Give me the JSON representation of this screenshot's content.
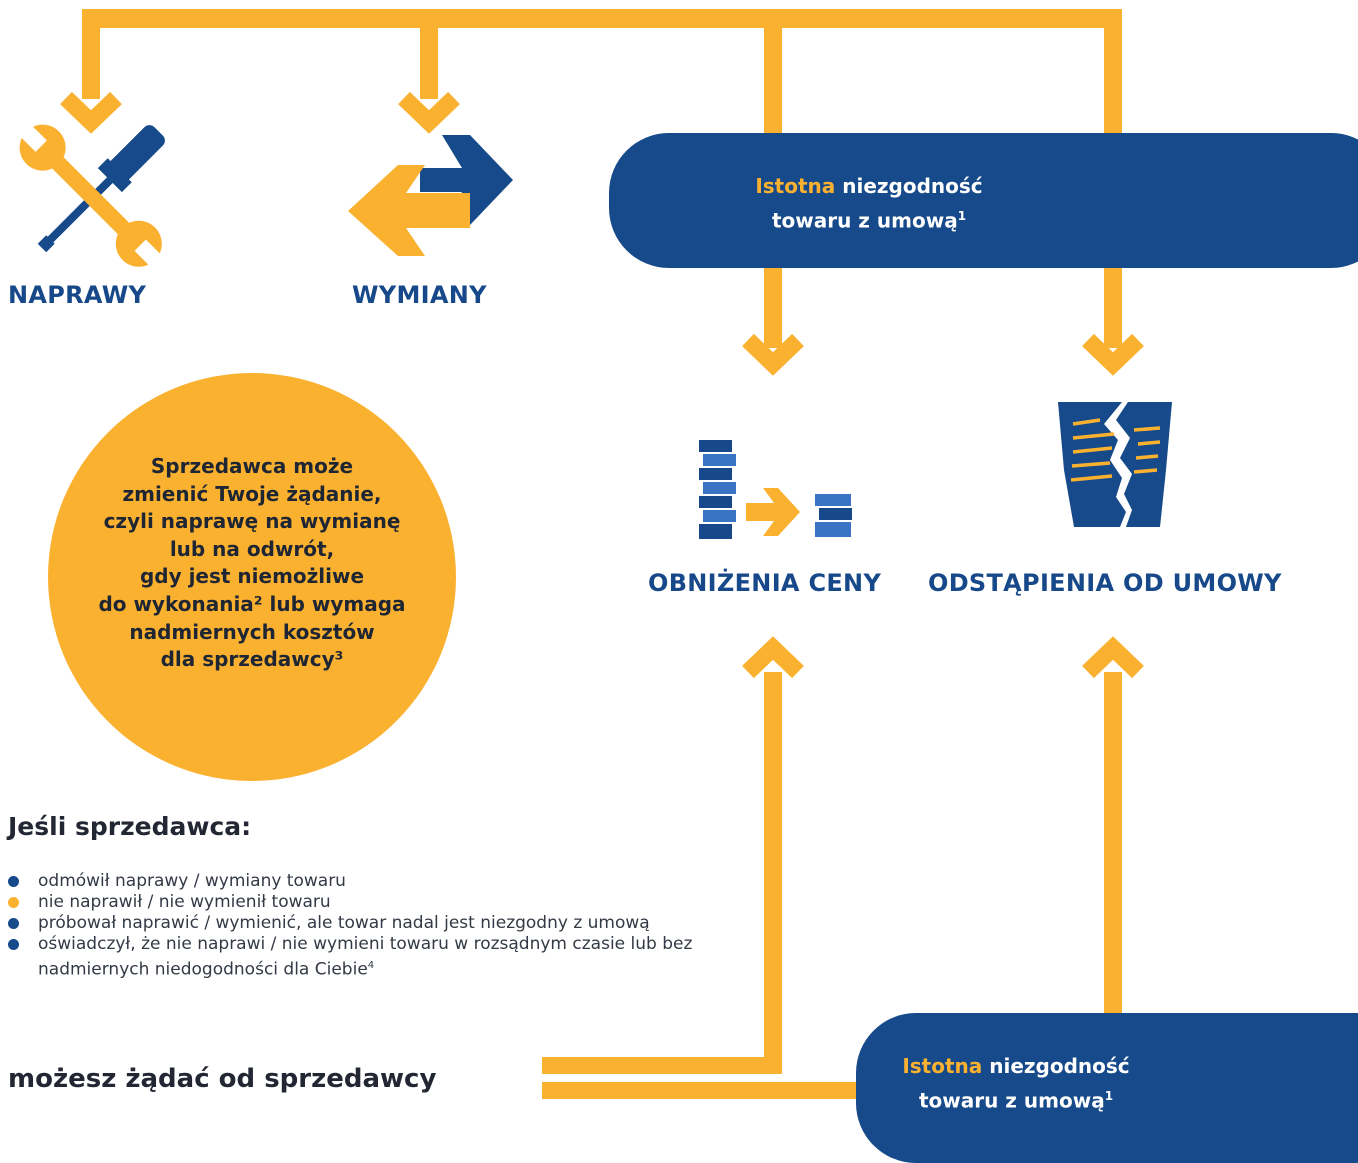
{
  "colors": {
    "brand_blue": "#164a8a",
    "accent_yellow": "#fbb130",
    "text_dark": "#232633"
  },
  "remedies": {
    "repair": {
      "label": "NAPRAWY",
      "icon": "repair-tools-icon"
    },
    "replacement": {
      "label": "WYMIANY",
      "icon": "exchange-arrows-icon"
    },
    "price_reduction": {
      "label": "OBNIŻENIA CENY",
      "icon": "coin-stacks-icon"
    },
    "withdrawal": {
      "label": "ODSTĄPIENIA OD UMOWY",
      "icon": "torn-contract-icon"
    }
  },
  "top_pill": {
    "highlight": "Istotna",
    "line1_rest": "niezgodność",
    "line2": "towaru z umową",
    "footnote": "1"
  },
  "bottom_pill": {
    "highlight": "Istotna",
    "line1_rest": "niezgodność",
    "line2": "towaru z umową",
    "footnote": "1"
  },
  "circle_note": {
    "lines": [
      "Sprzedawca może",
      "zmienić Twoje żądanie,",
      "czyli naprawę na wymianę",
      "lub na odwrót,",
      "gdy jest niemożliwe",
      "do wykonania² lub wymaga",
      "nadmiernych kosztów",
      "dla sprzedawcy³"
    ]
  },
  "conditions": {
    "heading": "Jeśli sprzedawca:",
    "items": [
      {
        "text": "odmówił naprawy / wymiany towaru"
      },
      {
        "text": "nie naprawił / nie wymienił towaru"
      },
      {
        "text": "próbował naprawić / wymienić, ale towar nadal jest niezgodny z umową"
      },
      {
        "text": "oświadczył, że nie naprawi / nie wymieni towaru w rozsądnym czasie lub bez nadmiernych niedogodności dla Ciebie",
        "footnote": "4"
      }
    ]
  },
  "conclusion": "możesz żądać od sprzedawcy"
}
